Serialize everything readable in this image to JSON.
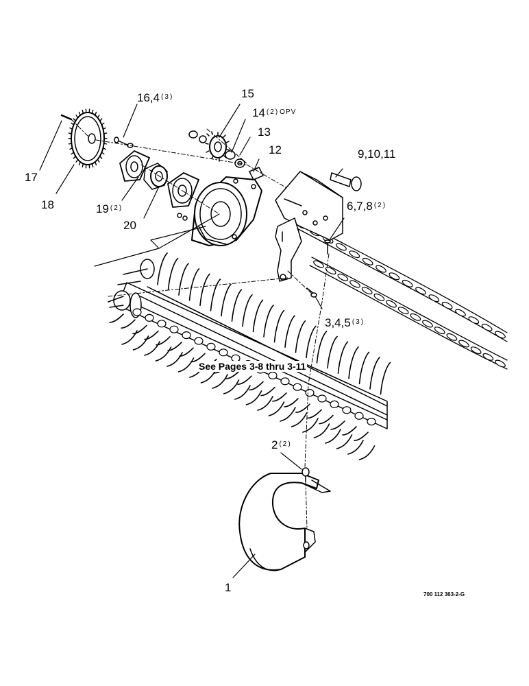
{
  "callouts": [
    {
      "id": "17",
      "number": "17",
      "qty": ""
    },
    {
      "id": "18",
      "number": "18",
      "qty": ""
    },
    {
      "id": "16",
      "number": "16,4",
      "qty": "(3)"
    },
    {
      "id": "19",
      "number": "19",
      "qty": "(2)"
    },
    {
      "id": "20",
      "number": "20",
      "qty": ""
    },
    {
      "id": "15",
      "number": "15",
      "qty": ""
    },
    {
      "id": "14",
      "number": "14",
      "qty": "(2)",
      "note": "OPV"
    },
    {
      "id": "13",
      "number": "13",
      "qty": ""
    },
    {
      "id": "12",
      "number": "12",
      "qty": ""
    },
    {
      "id": "9",
      "number": "9,10,11",
      "qty": ""
    },
    {
      "id": "6",
      "number": "6,7,8",
      "qty": "(2)"
    },
    {
      "id": "3",
      "number": "3,4,5",
      "qty": "(3)"
    },
    {
      "id": "2",
      "number": "2",
      "qty": "(2)"
    },
    {
      "id": "1",
      "number": "1",
      "qty": ""
    }
  ],
  "reference_note": "See Pages 3-8 thru 3-11",
  "drawing_number": "700 112 363-2-G"
}
